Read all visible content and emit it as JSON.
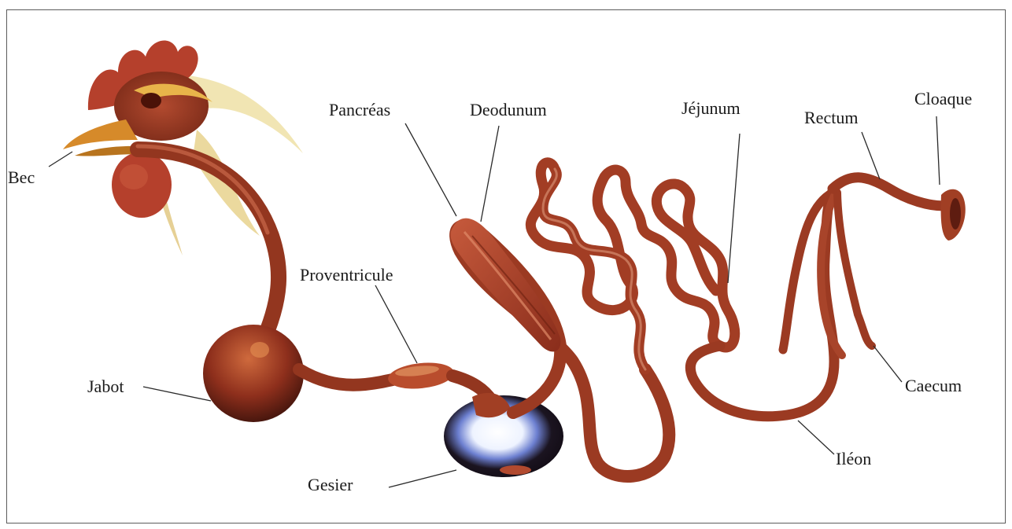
{
  "diagram": {
    "labels": {
      "bec": "Bec",
      "jabot": "Jabot",
      "proventricule": "Proventricule",
      "gesier": "Gesier",
      "pancreas": "Pancréas",
      "deodunum": "Deodunum",
      "jejunum": "Jéjunum",
      "rectum": "Rectum",
      "cloaque": "Cloaque",
      "caecum": "Caecum",
      "ileon": "Iléon"
    },
    "colors": {
      "organ": "#9a3a22",
      "organ_highlight": "#d9785a",
      "organ_dark": "#5e1c10",
      "comb": "#b5402c",
      "beak": "#d68a2a",
      "feather": "#e9d48c",
      "gizzard_dark": "#1b1420",
      "gizzard_light": "#f4f8ff",
      "frame": "#5b5b5b"
    }
  }
}
